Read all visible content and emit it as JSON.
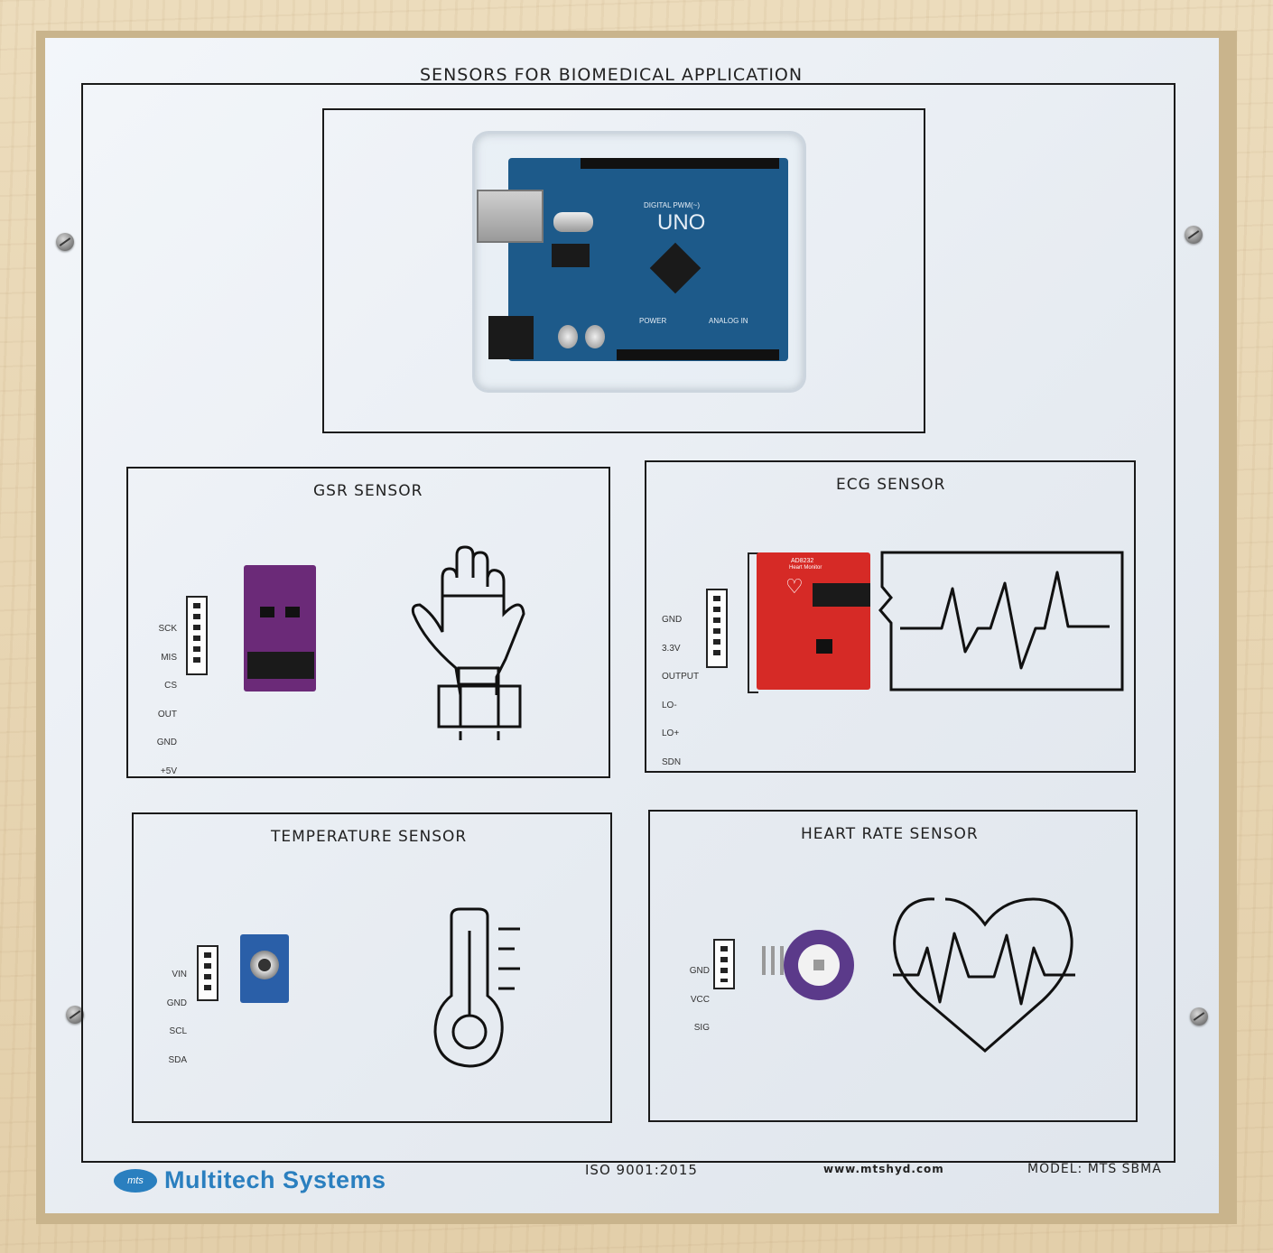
{
  "board": {
    "title": "SENSORS FOR BIOMEDICAL APPLICATION"
  },
  "microcontroller": {
    "board_text": "UNO",
    "digital_label": "DIGITAL PWM(~)",
    "power_label": "POWER",
    "analog_label": "ANALOG IN"
  },
  "gsr": {
    "title": "GSR SENSOR",
    "pins": [
      "SCK",
      "MIS",
      "CS",
      "OUT",
      "GND",
      "+5V"
    ],
    "icon": "hand-with-wrist-strap-icon"
  },
  "ecg": {
    "title": "ECG SENSOR",
    "pins": [
      "GND",
      "3.3V",
      "OUTPUT",
      "LO-",
      "LO+",
      "SDN"
    ],
    "module_text": "AD8232",
    "module_subtext": "Heart Monitor",
    "icon": "ecg-waveform-icon"
  },
  "temperature": {
    "title": "TEMPERATURE SENSOR",
    "pins": [
      "VIN",
      "GND",
      "SCL",
      "SDA"
    ],
    "icon": "thermometer-icon"
  },
  "heart_rate": {
    "title": "HEART RATE SENSOR",
    "pins": [
      "GND",
      "VCC",
      "SIG"
    ],
    "icon": "heart-pulse-icon"
  },
  "footer": {
    "logo_badge": "mts",
    "brand": "Multitech Systems",
    "iso": "ISO 9001:2015",
    "website": "www.mtshyd.com",
    "model": "MODEL: MTS SBMA"
  },
  "colors": {
    "panel": "#e9eef3",
    "wood": "#e8d6b4",
    "arduino_blue": "#1d5a8a",
    "gsr_purple": "#6b2a78",
    "ecg_red": "#d62a26",
    "hr_purple": "#5b3a8a",
    "brand_blue": "#2a7fbf",
    "lines": "#1a1a1a"
  }
}
